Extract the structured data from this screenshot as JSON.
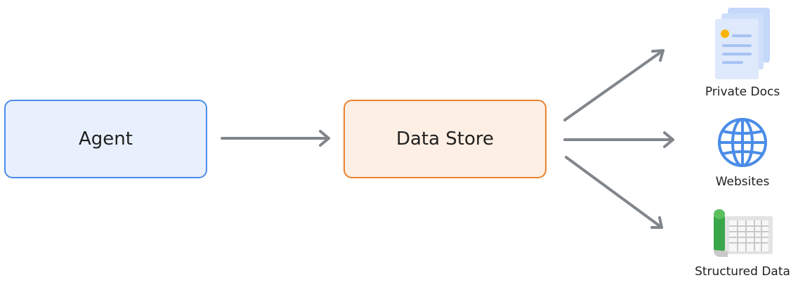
{
  "nodes": {
    "agent": "Agent",
    "data_store": "Data Store"
  },
  "sources": [
    {
      "label": "Private Docs",
      "icon": "document-stack-icon"
    },
    {
      "label": "Websites",
      "icon": "globe-icon"
    },
    {
      "label": "Structured Data",
      "icon": "spreadsheet-icon"
    }
  ],
  "colors": {
    "agent_fill": "#e8f0fe",
    "agent_border": "#4a8ce8",
    "store_fill": "#fdefe3",
    "store_border": "#e8832f",
    "arrow": "#80868b",
    "globe": "#4a8ce8",
    "docs_back": "#c5d8fa",
    "docs_front": "#d8e5fc",
    "docs_dot": "#f9b400",
    "sheet_green": "#3aa64a",
    "sheet_gray": "#e3e3e3"
  }
}
